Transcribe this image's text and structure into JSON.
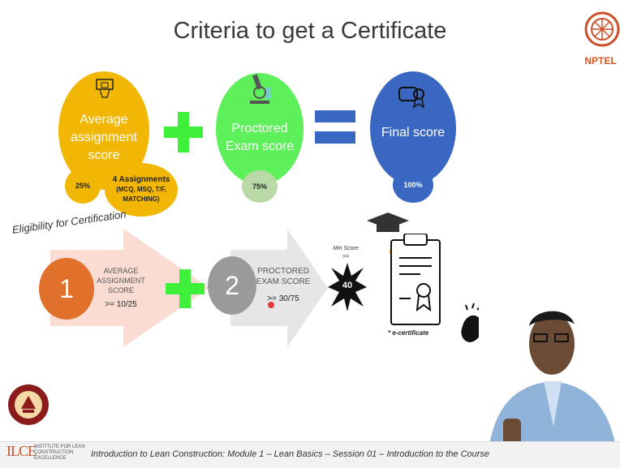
{
  "slide": {
    "title": "Criteria to get a Certificate",
    "logo_text": "NPTEL",
    "eligibility_label": "Eligibility for Certification",
    "footer_text": "Introduction to Lean Construction: Module 1 – Lean Basics – Session 01 – Introduction to the Course",
    "institute_text": "INSTITUTE FOR LEAN CONSTRUCTION EXCELLENCE",
    "institute_abbr": "ILCE"
  },
  "equation": {
    "assignment": {
      "label_l1": "Average",
      "label_l2": "assignment",
      "label_l3": "score",
      "pct": "25%",
      "detail_l1": "4 Assignments",
      "detail_l2": "(MCQ, MSQ, T/F,",
      "detail_l3": "MATCHING)"
    },
    "exam": {
      "label_l1": "Proctored",
      "label_l2": "Exam score",
      "pct": "75%"
    },
    "final": {
      "label": "Final score",
      "pct": "100%"
    }
  },
  "steps": [
    {
      "num": "1",
      "l1": "AVERAGE",
      "l2": "ASSIGNMENT",
      "l3": "SCORE",
      "req": ">= 10/25"
    },
    {
      "num": "2",
      "l1": "PROCTORED",
      "l2": "EXAM SCORE",
      "req": ">= 30/75"
    }
  ],
  "min_score": {
    "label": "Min Score",
    "op": ">=",
    "value": "40"
  },
  "certificate_label": "* e-certificate",
  "colors": {
    "yellow": "#f2b705",
    "green": "#5ef05a",
    "plus": "#3ef03a",
    "blue": "#3a67c1",
    "orange": "#e0702a",
    "grey": "#9a9a9a"
  }
}
